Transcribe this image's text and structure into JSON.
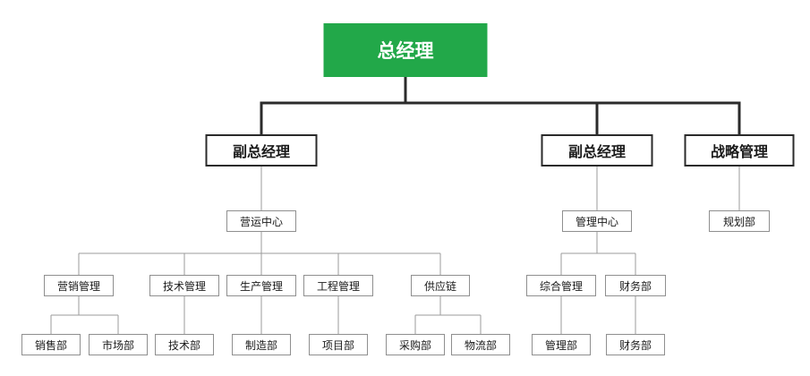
{
  "diagram_type": "org-chart",
  "colors": {
    "root_bg": "#22A849",
    "root_text": "#ffffff",
    "level2_border": "#2b2b2b",
    "thick_line": "#2b2b2b",
    "thin_line": "#9b9b9b",
    "box_bg": "#ffffff"
  },
  "nodes": {
    "general_manager": "总经理",
    "deputy_gm_left": "副总经理",
    "deputy_gm_right": "副总经理",
    "strategy_mgmt": "战略管理",
    "operations_center": "营运中心",
    "management_center": "管理中心",
    "planning_dept": "规划部",
    "marketing_mgmt": "营销管理",
    "tech_mgmt": "技术管理",
    "production_mgmt": "生产管理",
    "engineering_mgmt": "工程管理",
    "supply_chain": "供应链",
    "general_mgmt": "综合管理",
    "finance_dept_mid": "财务部",
    "sales_dept": "销售部",
    "market_dept": "市场部",
    "tech_dept": "技术部",
    "manufacturing_dept": "制造部",
    "project_dept": "项目部",
    "procurement_dept": "采购部",
    "logistics_dept": "物流部",
    "management_dept": "管理部",
    "finance_dept_bottom": "财务部"
  },
  "hierarchy": {
    "总经理": {
      "副总经理(左)": {
        "营运中心": {
          "营销管理": [
            "销售部",
            "市场部"
          ],
          "技术管理": [
            "技术部"
          ],
          "生产管理": [
            "制造部"
          ],
          "工程管理": [
            "项目部"
          ],
          "供应链": [
            "采购部",
            "物流部"
          ]
        }
      },
      "副总经理(右)": {
        "管理中心": {
          "综合管理": [
            "管理部"
          ],
          "财务部": [
            "财务部"
          ]
        }
      },
      "战略管理": [
        "规划部"
      ]
    }
  }
}
